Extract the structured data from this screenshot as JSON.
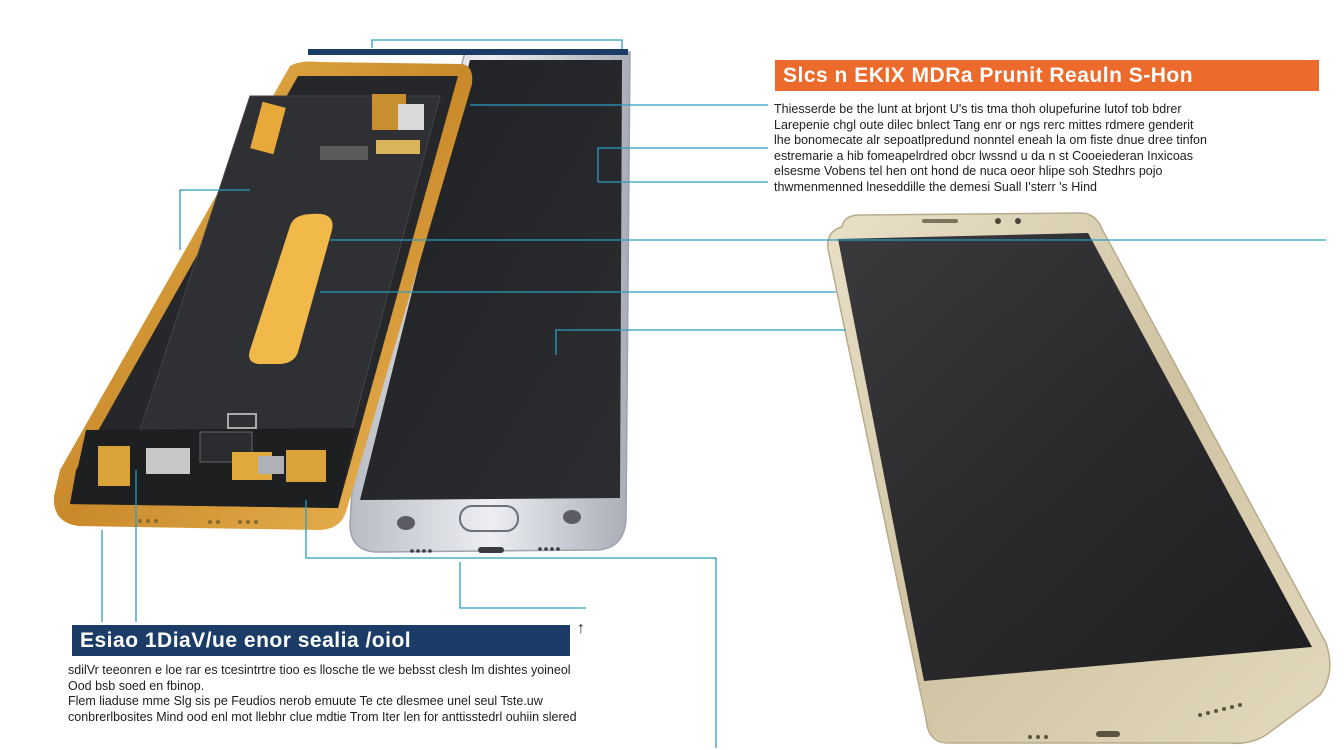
{
  "headings": {
    "orange_banner": "Slcs n EKIX MDRa Prunit Reauln S-Hon",
    "blue_banner": "Esiao 1DiaV/ue enor sealia /oiol"
  },
  "paragraphs": {
    "top": [
      "Thiesserde be the lunt at brjont U's tis tma thoh olupefurine lutof tob bdrer",
      "Larepenie chgl oute dilec bnlect Tang enr or ngs rerc mittes rdmere genderit",
      "lhe bonomecate alr sepoatlpredund nonntel eneah la om fiste dnue dree tinfon",
      "estremarie a hib fomeapelrdred obcr lwssnd u da n st Cooeiederan Inxicoas",
      "elsesme Vobens tel hen ont hond de nuca oeor hlipe soh Stedhrs pojo",
      "thwmenmenned lneseddille the demesi Suall I'sterr 's Hind"
    ],
    "bottom": [
      "sdilVr teeonren e loe rar es tcesintrtre tioo es llosche tle we bebsst clesh lm dishtes yoineol",
      "Ood bsb soed en fbinop.",
      "Flem liaduse mme Slg sis pe Feudios nerob emuute Te cte dlesmee unel seul Tste.uw",
      "conbrerlbosites Mind ood enl mot llebhr clue mdtie Trom Iter len for anttisstedrl ouhiin slered"
    ]
  },
  "figure": {
    "left_phone": "disassembled-phone-with-exposed-circuit-board",
    "right_phone": "assembled-phone-angled-view"
  },
  "colors": {
    "accent_orange": "#ec6a2b",
    "accent_navy": "#1b3c66",
    "callout_cyan": "#2a9dc0",
    "frame_gold": "#d9a33a"
  }
}
